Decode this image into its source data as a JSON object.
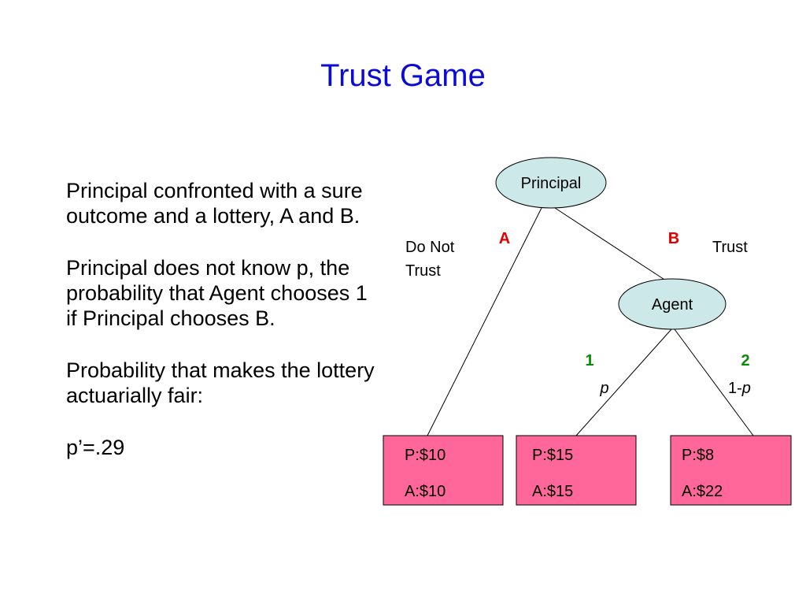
{
  "title": "Trust Game",
  "bullets": [
    "Principal confronted with a sure outcome and a lottery, A and B.",
    "Principal does not know p, the probability that Agent chooses 1 if Principal chooses B.",
    "Probability that makes the lottery actuarially fair:",
    "p’=.29"
  ],
  "tree": {
    "root": "Principal",
    "agent": "Agent",
    "branch_a": "A",
    "branch_b": "B",
    "do_not_trust_line1": "Do Not",
    "do_not_trust_line2": "Trust",
    "trust": "Trust",
    "choice_1": "1",
    "choice_2": "2",
    "prob_p": "p",
    "prob_one_minus_prefix": "1-",
    "prob_one_minus_var": "p",
    "payoffs": [
      {
        "p": "P:$10",
        "a": "A:$10"
      },
      {
        "p": "P:$15",
        "a": "A:$15"
      },
      {
        "p": "P:$8",
        "a": "A:$22"
      }
    ]
  },
  "colors": {
    "title": "#0b0bd8",
    "node_fill": "#cce8e8",
    "payoff_fill": "#ff6699",
    "branch_ab": "#e00000",
    "branch_12": "#0a8a0a"
  }
}
